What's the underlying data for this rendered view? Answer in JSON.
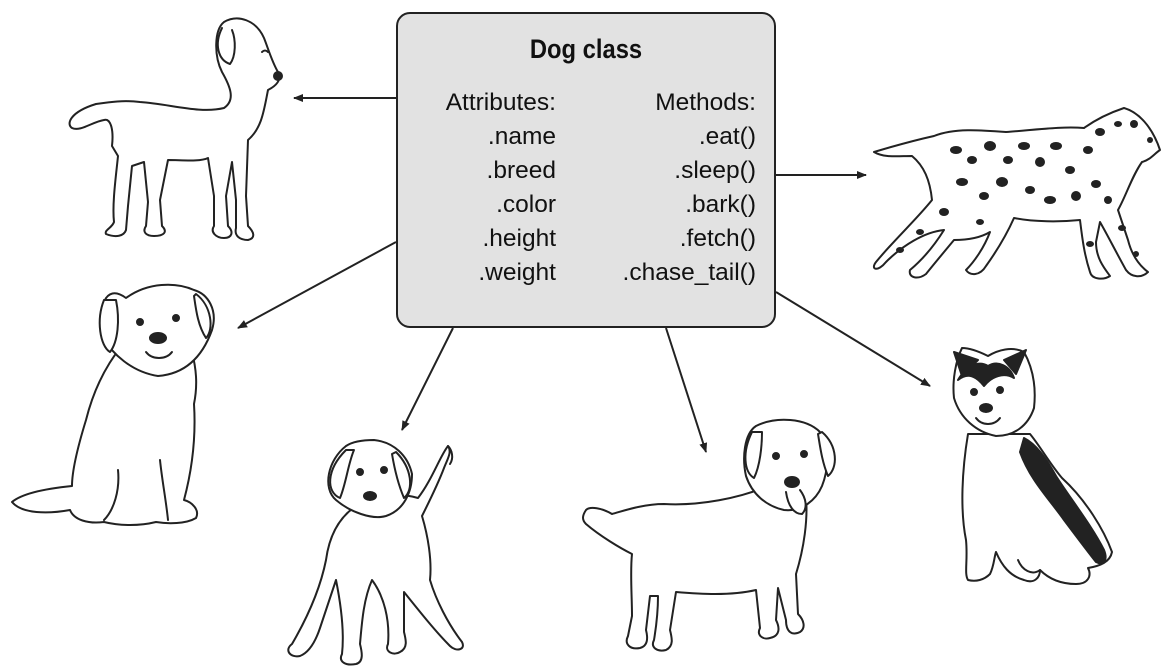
{
  "dog_class": {
    "title": "Dog class",
    "attributes_header": "Attributes:",
    "attributes": [
      ".name",
      ".breed",
      ".color",
      ".height",
      ".weight"
    ],
    "methods_header": "Methods:",
    "methods": [
      ".eat()",
      ".sleep()",
      ".bark()",
      ".fetch()",
      ".chase_tail()"
    ]
  },
  "instances": [
    {
      "icon": "golden-retriever-icon"
    },
    {
      "icon": "dalmatian-icon"
    },
    {
      "icon": "st-bernard-icon"
    },
    {
      "icon": "beagle-icon"
    },
    {
      "icon": "labrador-icon"
    },
    {
      "icon": "husky-icon"
    }
  ],
  "colors": {
    "box_fill": "#e2e2e2",
    "stroke": "#222222",
    "background": "#ffffff"
  }
}
